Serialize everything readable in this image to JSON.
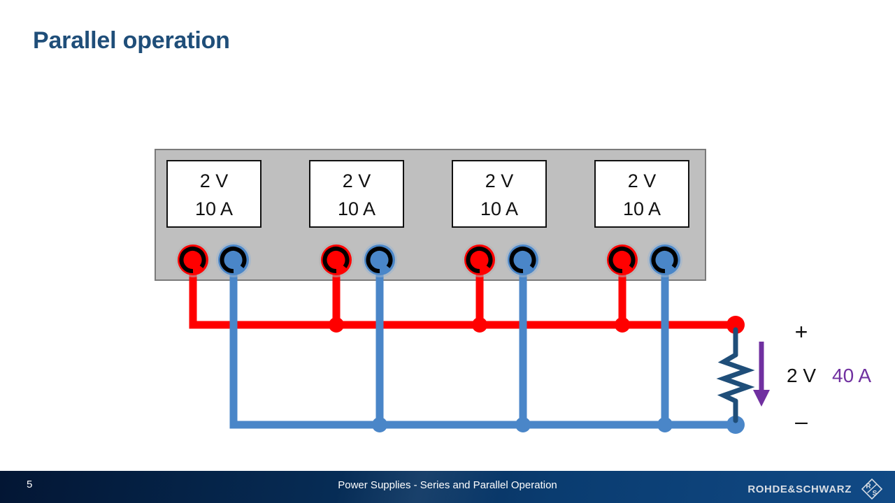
{
  "slide": {
    "title": "Parallel operation",
    "title_color": "#1F4E79"
  },
  "diagram": {
    "chassis_color": "#BFBFBF",
    "positive_wire_color": "#FF0000",
    "negative_wire_color": "#4A86C8",
    "resistor_color": "#1F4E79",
    "current_arrow_color": "#7030A0",
    "supplies": [
      {
        "voltage": "2 V",
        "current": "10 A",
        "positive_terminal": "+",
        "negative_terminal": "-"
      },
      {
        "voltage": "2 V",
        "current": "10 A",
        "positive_terminal": "+",
        "negative_terminal": "-"
      },
      {
        "voltage": "2 V",
        "current": "10 A",
        "positive_terminal": "+",
        "negative_terminal": "-"
      },
      {
        "voltage": "2 V",
        "current": "10 A",
        "positive_terminal": "+",
        "negative_terminal": "-"
      }
    ],
    "load": {
      "plus_sign": "+",
      "minus_sign": "–",
      "voltage": "2 V",
      "current": "40 A"
    }
  },
  "footer": {
    "page_number": "5",
    "title": "Power Supplies - Series and Parallel Operation",
    "brand": "ROHDE&SCHWARZ",
    "logo_letters": {
      "r": "R",
      "s": "S"
    }
  }
}
